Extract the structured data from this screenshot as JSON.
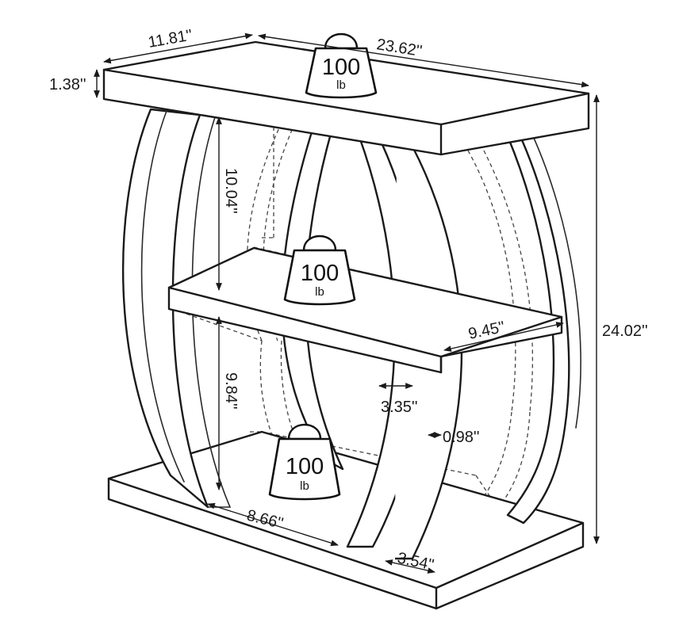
{
  "dimensions": {
    "depth": "11.81''",
    "width": "23.62''",
    "top_thickness": "1.38''",
    "total_height": "24.02''",
    "upper_shelf_gap": "10.04''",
    "lower_shelf_gap": "9.84''",
    "shelf_depth": "9.45''",
    "arc_width": "3.35''",
    "arc_thickness": "0.98''",
    "base_inner_width": "8.66''",
    "base_offset": "3.54''"
  },
  "weights": [
    {
      "value": "100",
      "unit": "lb"
    },
    {
      "value": "100",
      "unit": "lb"
    },
    {
      "value": "100",
      "unit": "lb"
    }
  ],
  "colors": {
    "line": "#1a1a1a",
    "background": "#ffffff"
  }
}
